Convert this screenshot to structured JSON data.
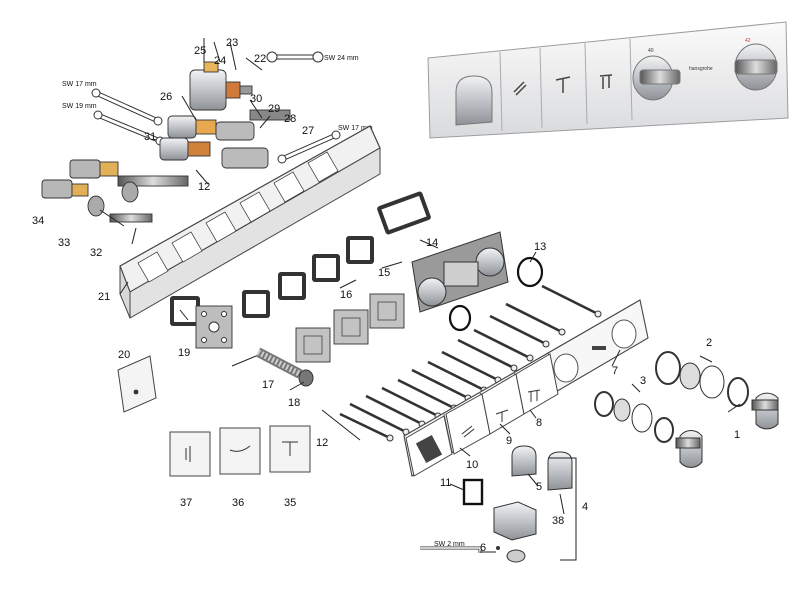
{
  "callouts": [
    "1",
    "2",
    "3",
    "4",
    "5",
    "6",
    "7",
    "8",
    "9",
    "10",
    "11",
    "12",
    "12",
    "13",
    "14",
    "15",
    "16",
    "17",
    "18",
    "19",
    "20",
    "21",
    "22",
    "23",
    "24",
    "25",
    "26",
    "27",
    "28",
    "29",
    "30",
    "31",
    "32",
    "33",
    "34",
    "35",
    "36",
    "37",
    "38"
  ],
  "tools": {
    "wrench_24": "SW 24 mm",
    "wrench_17a": "SW 17 mm",
    "wrench_19": "SW 19 mm",
    "wrench_17b": "SW 17 mm",
    "hex_key_2": "SW 2 mm"
  },
  "product_photo": {
    "brand": "hansgrohe",
    "dial_marks": [
      "40",
      "42"
    ]
  },
  "colors": {
    "chrome": "#c9ccd0",
    "chrome_dark": "#8d9196",
    "glass": "#f3f4f5",
    "line": "#222222"
  },
  "icons": [
    "handshower-icon",
    "shower-head-icon",
    "tub-spout-icon",
    "hand-shower-icon"
  ]
}
